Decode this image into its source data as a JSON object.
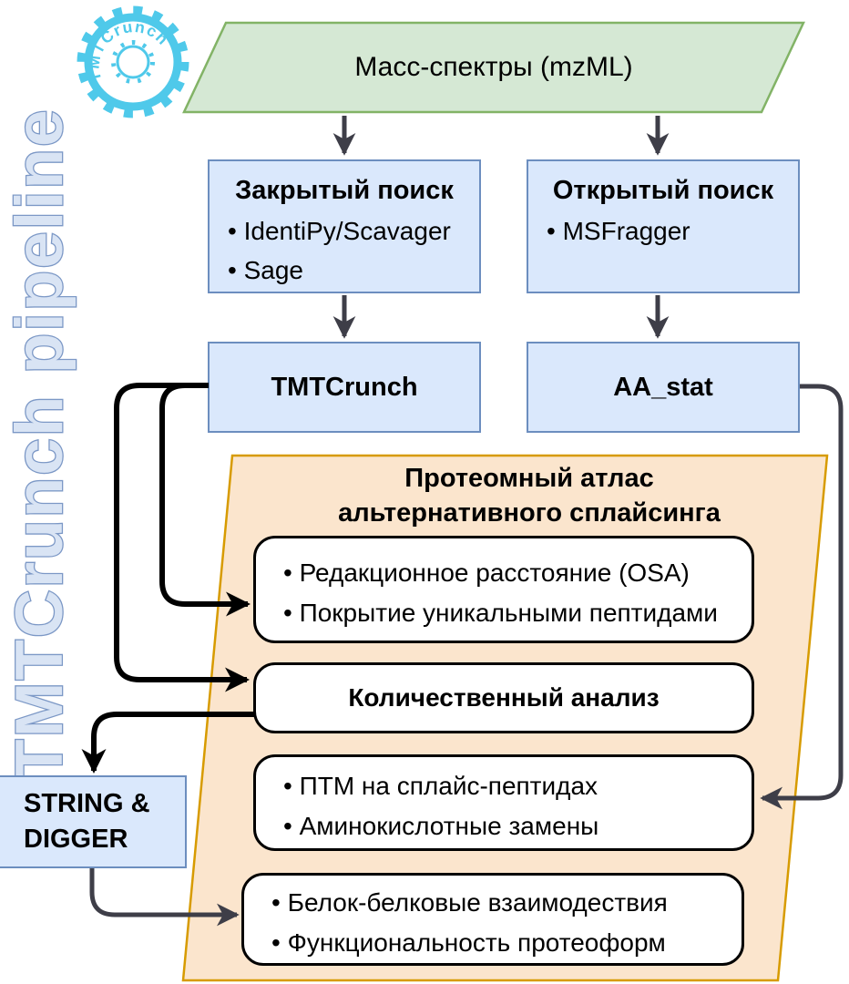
{
  "branding": {
    "vertical_title": "TMTCrunch pipeline",
    "logo_text": "TMTCrunch"
  },
  "nodes": {
    "input": {
      "label": "Масс-спектры (mzML)"
    },
    "closed_search": {
      "title": "Закрытый поиск",
      "items": [
        "IdentiPy/Scavager",
        "Sage"
      ]
    },
    "open_search": {
      "title": "Открытый поиск",
      "items": [
        "MSFragger"
      ]
    },
    "tmtcrunch": {
      "label": "TMTCrunch"
    },
    "aa_stat": {
      "label": "AA_stat"
    },
    "atlas": {
      "title_line1": "Протеомный атлас",
      "title_line2": "альтернативного сплайсинга"
    },
    "distance_box": {
      "items": [
        "Редакционное расстояние (OSA)",
        "Покрытие уникальными пептидами"
      ]
    },
    "quant_box": {
      "label": "Количественный анализ"
    },
    "ptm_box": {
      "items": [
        "ПТМ на сплайс-пептидах",
        "Аминокислотные замены"
      ]
    },
    "ppi_box": {
      "items": [
        "Белок-белковые взаимодествия",
        "Функциональность протеоформ"
      ]
    },
    "string_digger": {
      "label": "STRING & DIGGER"
    }
  },
  "colors": {
    "green_fill": "#d5e8d4",
    "green_border": "#82b366",
    "blue_fill": "#dae8fc",
    "blue_border": "#6c8ebf",
    "orange_fill": "#fbe5cd",
    "orange_border": "#d79b00",
    "arrow_black": "#000000",
    "arrow_gray": "#3e3e48",
    "logo_cyan": "#4fc9ea",
    "vtext_fill": "#d9e4f4",
    "vtext_stroke": "#7c98c6"
  }
}
